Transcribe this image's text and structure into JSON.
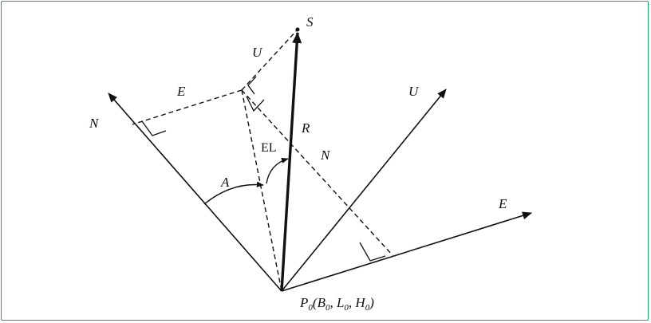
{
  "colors": {
    "frame": "#1aa86a",
    "ink": "#111111"
  },
  "labels": {
    "S": "S",
    "U_top": "U",
    "E_top": "E",
    "N_axis": "N",
    "U_axis": "U",
    "E_axis": "E",
    "R": "R",
    "EL": "EL",
    "N_dashed": "N",
    "A": "A",
    "origin": "P",
    "origin_sub": "0",
    "origin_B": "B",
    "origin_L": "L",
    "origin_H": "H",
    "origin_open": "(",
    "origin_close": ")",
    "comma": ", "
  }
}
